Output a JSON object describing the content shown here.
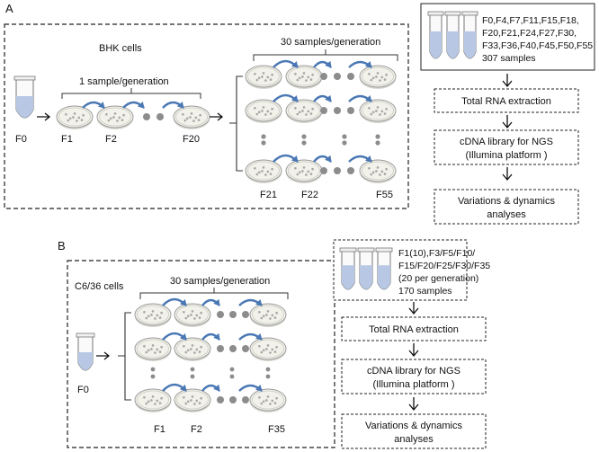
{
  "panel_a": {
    "letter": "A",
    "cell_line": "BHK cells",
    "stage_one": "1 sample/generation",
    "stage_two": "30 samples/generation",
    "gen_labels": [
      "F0",
      "F1",
      "F2",
      "F20",
      "F21",
      "F22",
      "F55"
    ],
    "samples_box": [
      "F0,F4,F7,F11,F15,F18,",
      "F20,F21,F24,F27,F30,",
      "F33,F36,F40,F45,F50,F55",
      "307 samples"
    ],
    "steps": [
      "Total RNA extraction",
      "cDNA  library for NGS",
      "(Illumina platform )",
      "Variations & dynamics",
      "analyses"
    ]
  },
  "panel_b": {
    "letter": "B",
    "cell_line": "C6/36 cells",
    "stage_one": "30 samples/generation",
    "gen_labels": [
      "F0",
      "F1",
      "F2",
      "F35"
    ],
    "samples_box": [
      "F1(10),F3/F5/F10/",
      "F15/F20/F25/F30/F35",
      "(20 per generation)",
      "170 samples"
    ],
    "steps": [
      "Total RNA extraction",
      "cDNA  library for NGS",
      "(Illumina platform )",
      "Variations & dynamics",
      "analyses"
    ]
  },
  "colors": {
    "dish_fill": "#f2f2ea",
    "dish_rim": "#9a9a9a",
    "cell_dots": "#a6a6a6",
    "curved_arrow": "#4a78b4",
    "tube_liquid": "#b8c8e4",
    "dashed_border": "#222222"
  }
}
